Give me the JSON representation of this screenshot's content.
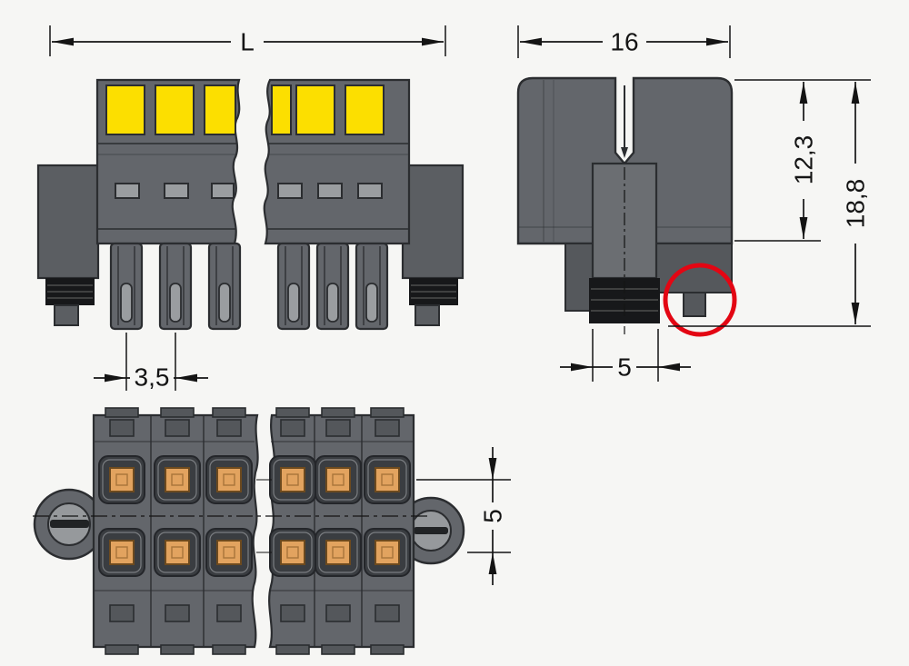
{
  "views": {
    "front": {
      "dim_length": "L",
      "dim_pitch": "3,5"
    },
    "side": {
      "dim_width": "16",
      "dim_height_upper": "12,3",
      "dim_height_total": "18,8",
      "dim_flange": "5"
    },
    "bottom": {
      "dim_row_pitch": "5"
    }
  },
  "colors": {
    "body_gray": "#63666b",
    "dark_gray": "#54575b",
    "push_button_yellow": "#fcdf00",
    "contact_orange": "#e2a35f",
    "highlight_red": "#e30613",
    "black_part": "#17181a"
  }
}
